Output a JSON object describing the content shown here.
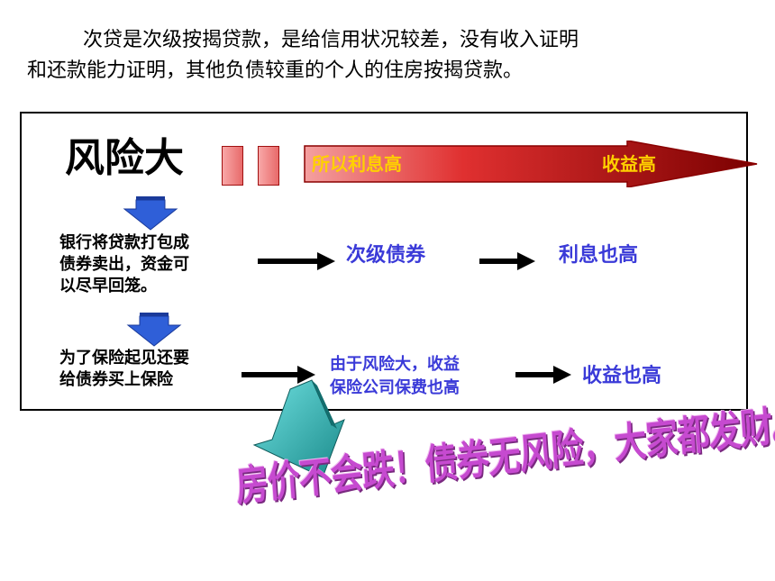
{
  "intro": {
    "line1": "次贷是次级按揭贷款，是给信用状况较差，没有收入证明",
    "line2": "和还款能力证明，其他负债较重的个人的住房按揭贷款。"
  },
  "risk_title": "风险大",
  "risk_arrow": {
    "left_label": "所以利息高",
    "right_label": "收益高"
  },
  "row1": {
    "lines": [
      "银行将贷款打包成",
      "债券卖出，资金可",
      "以尽早回笼。"
    ],
    "mid_label": "次级债券",
    "end_label": "利息也高"
  },
  "row2": {
    "lines": [
      "为了保险起见还要",
      "给债券买上保险"
    ],
    "mid_lines": [
      "由于风险大，收益",
      "保险公司保费也高"
    ],
    "end_label": "收益也高"
  },
  "slogan": "房价不会跌！债券无风险，大家都发财。",
  "colors": {
    "blue_text": "#3a3ad8",
    "arrow_yellow": "#ffd000",
    "slogan": "#c64ad0",
    "teal": "#2ab0b0",
    "down_arrow": "#2f5fd8"
  }
}
